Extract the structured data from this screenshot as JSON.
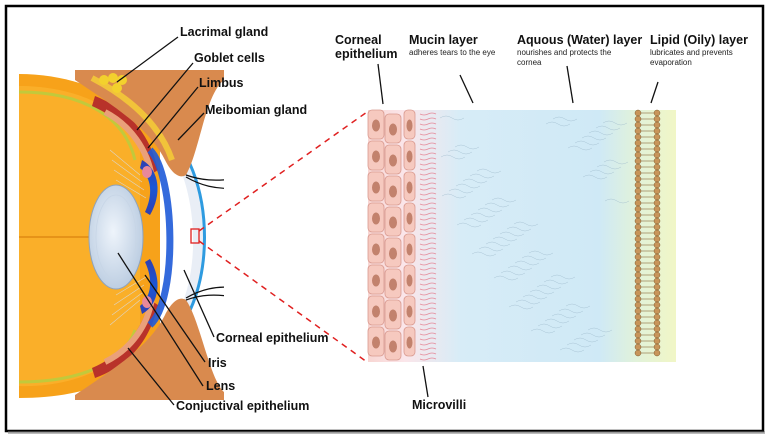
{
  "eye_labels": {
    "lacrimal_gland": "Lacrimal gland",
    "goblet_cells": "Goblet cells",
    "limbus": "Limbus",
    "meibomian_gland": "Meibomian gland",
    "corneal_epithelium": "Corneal epithelium",
    "iris": "Iris",
    "lens": "Lens",
    "conjunctival_epithelium": "Conjuctival epithelium"
  },
  "tear_film_labels": {
    "corneal_epithelium_line1": "Corneal",
    "corneal_epithelium_line2": "epithelium",
    "mucin_title": "Mucin layer",
    "mucin_desc": "adheres tears to the eye",
    "aqueous_title": "Aquous (Water) layer",
    "aqueous_desc": "nourishes and protects the cornea",
    "lipid_title": "Lipid (Oily) layer",
    "lipid_desc": "lubricates and prevents evaporation",
    "microvilli": "Microvilli"
  },
  "colors": {
    "frame": "#000000",
    "zoom_line": "#e02020",
    "eye_orange": "#f7a21a",
    "lid_skin": "#d98a4e",
    "epithelium_cell": "#f6c9bf",
    "nucleus": "#b06a52",
    "aqueous_blue": "#cfe9f6",
    "lipid_yellow": "#eef5c2",
    "lipid_head": "#c8955a"
  }
}
